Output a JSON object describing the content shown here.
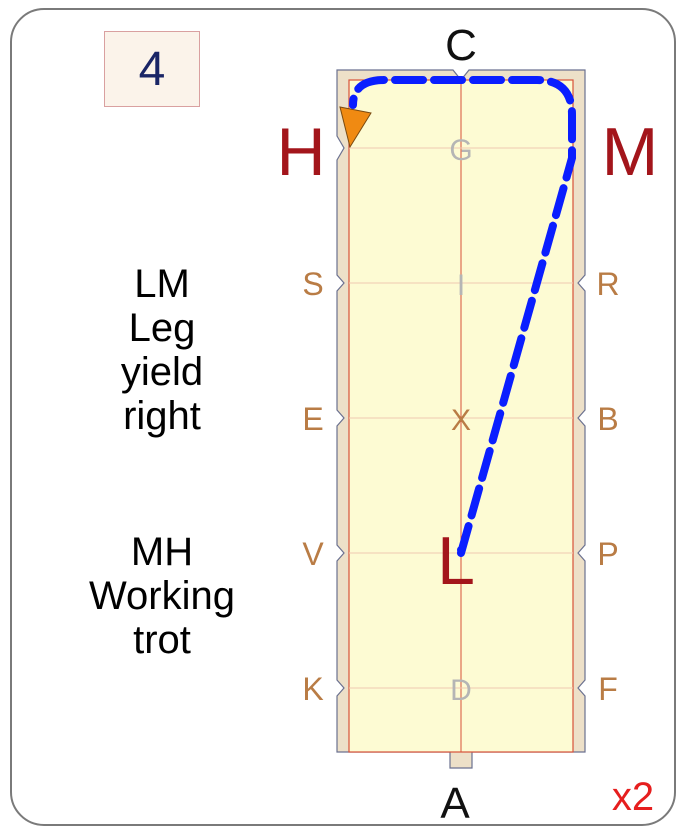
{
  "test_number": "4",
  "repeat": "x2",
  "instructions": [
    {
      "lines": [
        "LM",
        "Leg",
        "yield",
        "right"
      ]
    },
    {
      "lines": [
        "MH",
        "Working",
        "trot"
      ]
    }
  ],
  "arena": {
    "end_letters": {
      "top": "C",
      "bottom": "A"
    },
    "corner_letters": {
      "left": "H",
      "right": "M"
    },
    "left_letters": [
      "S",
      "E",
      "V",
      "K"
    ],
    "right_letters": [
      "R",
      "B",
      "P",
      "F"
    ],
    "centerline_letters": [
      "G",
      "I",
      "X",
      "D"
    ],
    "highlight_letter": "L"
  },
  "colors": {
    "arena_fill": "#fdfbd3",
    "arena_border": "#ede0c8",
    "letter_side": "#b97c45",
    "letter_corner": "#a3151b",
    "letter_center": "#b5b5b5",
    "path": "#0a1eff",
    "arrow": "#f08a12",
    "repeat": "#e61e1e"
  }
}
